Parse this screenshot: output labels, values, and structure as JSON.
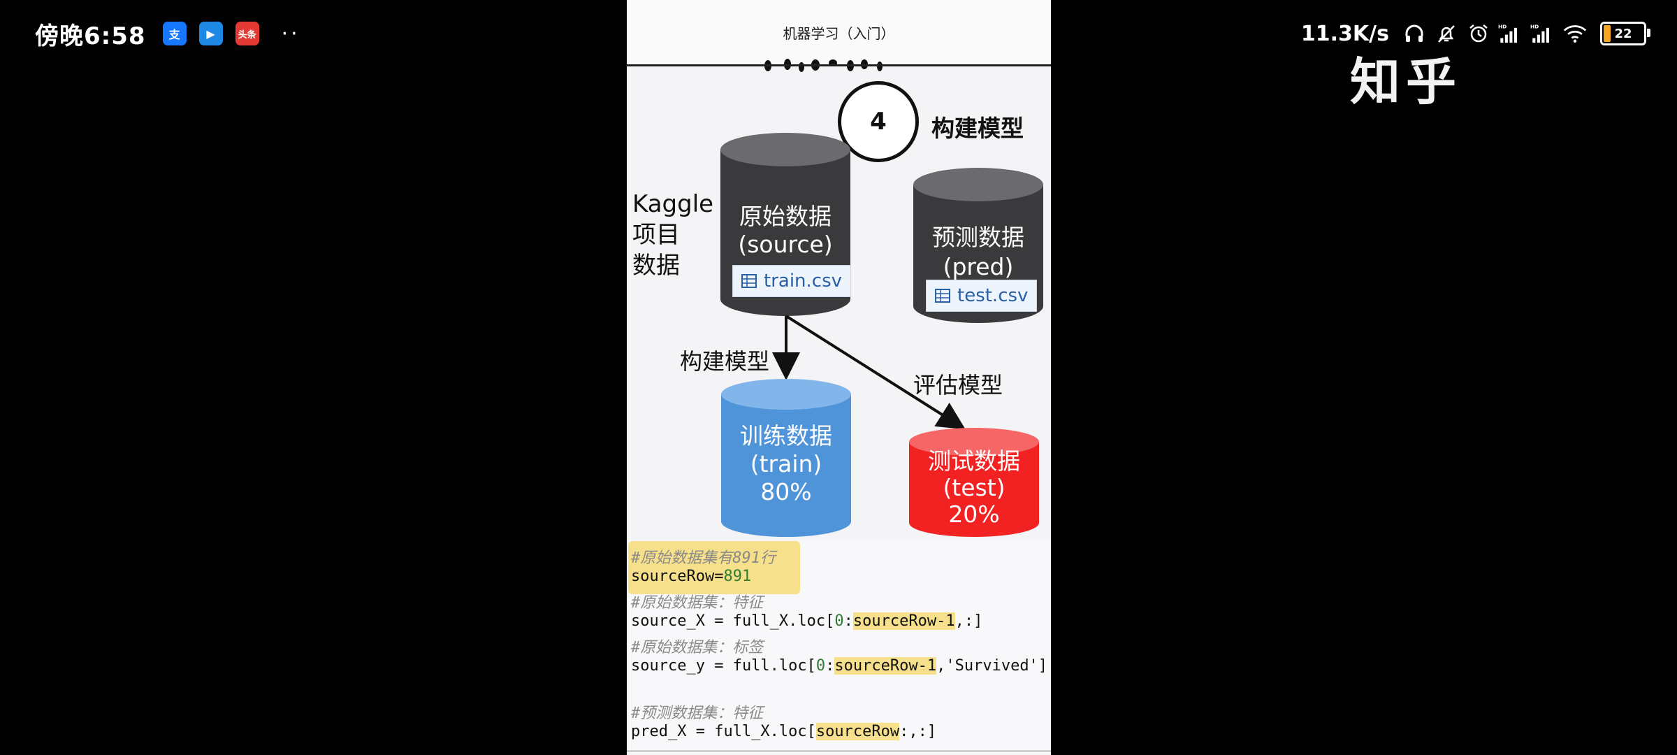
{
  "status_bar": {
    "time": "傍晚6:58",
    "apps": [
      {
        "name": "alipay-icon",
        "label": "支",
        "color": "#1677ff"
      },
      {
        "name": "youku-icon",
        "label": "▶",
        "color": "#1e88e5"
      },
      {
        "name": "toutiao-icon",
        "label": "头条",
        "color": "#e53935"
      }
    ],
    "overflow": "··",
    "net_speed": "11.3K/s",
    "battery": "22"
  },
  "watermark": "知乎",
  "video": {
    "title": "机器学习（入门）",
    "step_number": "4",
    "section_title": "构建模型",
    "kaggle_label": [
      "Kaggle",
      "项目",
      "数据"
    ],
    "source": {
      "title": "原始数据",
      "sub": "(source)",
      "file": "train.csv"
    },
    "pred": {
      "title": "预测数据",
      "sub": "(pred)",
      "file": "test.csv"
    },
    "edge_build": "构建模型",
    "edge_eval": "评估模型",
    "train": {
      "title": "训练数据",
      "sub": "(train)",
      "pct": "80%"
    },
    "test": {
      "title": "测试数据",
      "sub": "(test)",
      "pct": "20%"
    },
    "colors": {
      "dark_cyl": "#3a3a3c",
      "blue_cyl": "#4f93d8",
      "red_cyl": "#f22222",
      "highlight": "#f6e08b"
    },
    "code": {
      "c1": "#原始数据集有891行",
      "l1_var": "sourceRow=",
      "l1_num": "891",
      "c2": "#原始数据集：特征",
      "l2_a": "source_X = full_X.loc[",
      "l2_b": "0",
      "l2_c": ":",
      "l2_d": "sourceRow-1",
      "l2_e": ",:]",
      "c3": "#原始数据集：标签",
      "l3_a": "source_y = full.loc[",
      "l3_b": "0",
      "l3_c": ":",
      "l3_d": "sourceRow-1",
      "l3_e": ",'Survived']",
      "c4": "#预测数据集：特征",
      "l4_a": "pred_X = full_X.loc[",
      "l4_d": "sourceRow",
      "l4_e": ":,:]"
    }
  }
}
